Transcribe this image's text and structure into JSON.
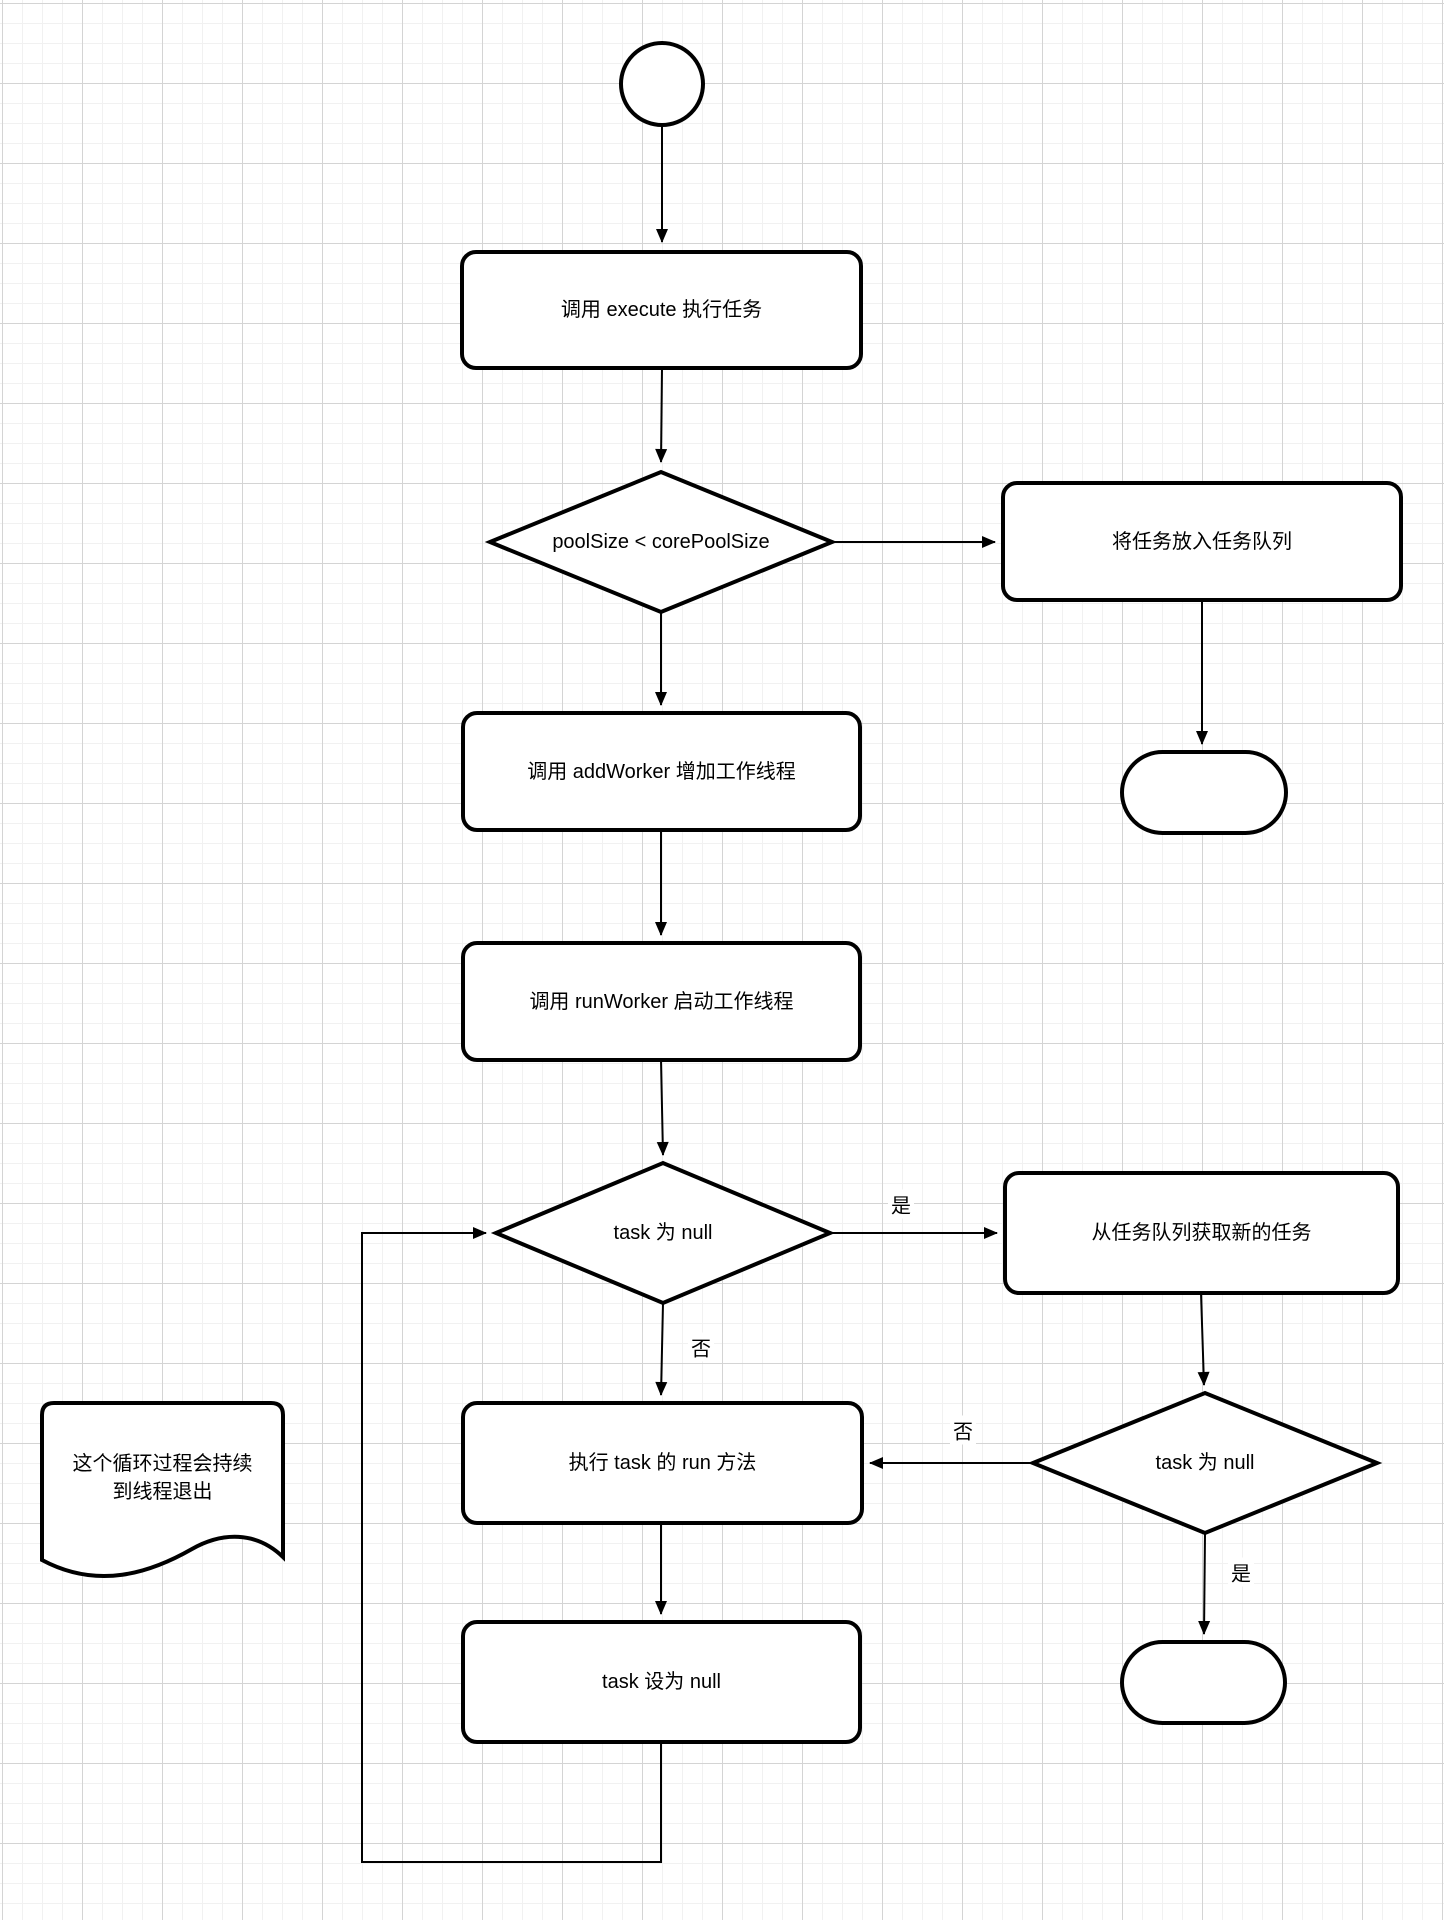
{
  "canvas": {
    "background_color": "#ffffff",
    "grid_minor_color": "#f1f1f1",
    "grid_major_color": "#d4d4d4",
    "shape_stroke_color": "#000000",
    "shape_fill_color": "#ffffff"
  },
  "nodes": {
    "start": {
      "kind": "start-circle"
    },
    "execute_box": {
      "label": "调用 execute 执行任务"
    },
    "pool_size_decision": {
      "label": "poolSize < corePoolSize"
    },
    "enqueue_box": {
      "label": "将任务放入任务队列"
    },
    "enqueue_end": {
      "kind": "terminal"
    },
    "add_worker_box": {
      "label": "调用 addWorker 增加工作线程"
    },
    "run_worker_box": {
      "label": "调用 runWorker 启动工作线程"
    },
    "task_null_decision_1": {
      "label": "task 为 null"
    },
    "get_task_box": {
      "label": "从任务队列获取新的任务"
    },
    "run_method_box": {
      "label": "执行 task 的 run 方法"
    },
    "task_null_decision_2": {
      "label": "task 为 null"
    },
    "set_null_box": {
      "label": "task 设为 null"
    },
    "loop_end": {
      "kind": "terminal"
    },
    "loop_note": {
      "line1": "这个循环过程会持续",
      "line2": "到线程退出"
    }
  },
  "edge_labels": {
    "decision1_yes": "是",
    "decision1_no": "否",
    "decision2_no": "否",
    "decision2_yes": "是"
  }
}
